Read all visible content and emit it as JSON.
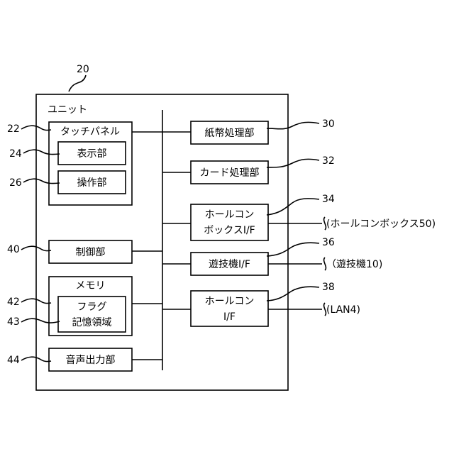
{
  "figure": {
    "unit_ref": "20",
    "unit_label": "ユニット",
    "touch_panel": {
      "ref": "22",
      "label": "タッチパネル"
    },
    "display": {
      "ref": "24",
      "label": "表示部"
    },
    "operation": {
      "ref": "26",
      "label": "操作部"
    },
    "control": {
      "ref": "40",
      "label": "制御部"
    },
    "memory": {
      "ref": "42",
      "label": "メモリ"
    },
    "flag_area": {
      "ref": "43",
      "line1": "フラグ",
      "line2": "記憶領域"
    },
    "audio": {
      "ref": "44",
      "label": "音声出力部"
    },
    "bill": {
      "ref": "30",
      "label": "紙幣処理部"
    },
    "card": {
      "ref": "32",
      "label": "カード処理部"
    },
    "hall_box_if": {
      "ref": "34",
      "line1": "ホールコン",
      "line2": "ボックスI/F",
      "external": "(ホールコンボックス50)"
    },
    "game_if": {
      "ref": "36",
      "label": "遊技機I/F",
      "external": "（遊技機10)"
    },
    "hall_if": {
      "ref": "38",
      "line1": "ホールコン",
      "line2": "I/F",
      "external": "(LAN4)"
    }
  }
}
